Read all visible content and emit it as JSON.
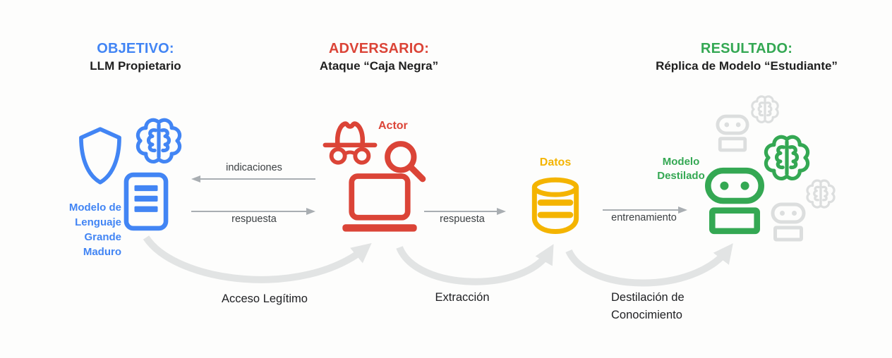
{
  "palette": {
    "blue": "#4285F4",
    "red": "#DB4437",
    "yellow": "#F4B400",
    "green": "#34A853",
    "gray_icon": "#DCDEDE",
    "arrow_gray": "#A9AEB2",
    "arc_gray": "#E2E4E4",
    "text_dark": "#1f1f1f"
  },
  "sections": {
    "objetivo": {
      "title": "OBJETIVO:",
      "subtitle": "LLM Propietario"
    },
    "adversario": {
      "title": "ADVERSARIO:",
      "subtitle": "Ataque “Caja Negra”"
    },
    "resultado": {
      "title": "RESULTADO:",
      "subtitle": "Réplica de Modelo “Estudiante”"
    }
  },
  "nodes": {
    "llm_label": "Modelo de\nLenguaje\nGrande\nMaduro",
    "actor_label": "Actor",
    "datos_label": "Datos",
    "destilado_label": "Modelo\nDestilado"
  },
  "arrows": {
    "indicaciones": "indicaciones",
    "respuesta_1": "respuesta",
    "respuesta_2": "respuesta",
    "entrenamiento": "entrenamiento"
  },
  "flows": {
    "acceso": "Acceso Legítimo",
    "extraccion": "Extracción",
    "destilacion": "Destilación de\nConocimiento"
  },
  "icons": {
    "shield": "shield-icon",
    "brain": "brain-icon",
    "document": "document-icon",
    "incognito": "incognito-icon",
    "magnifier": "magnifier-icon",
    "laptop": "laptop-icon",
    "database": "database-icon",
    "robot": "robot-icon"
  }
}
